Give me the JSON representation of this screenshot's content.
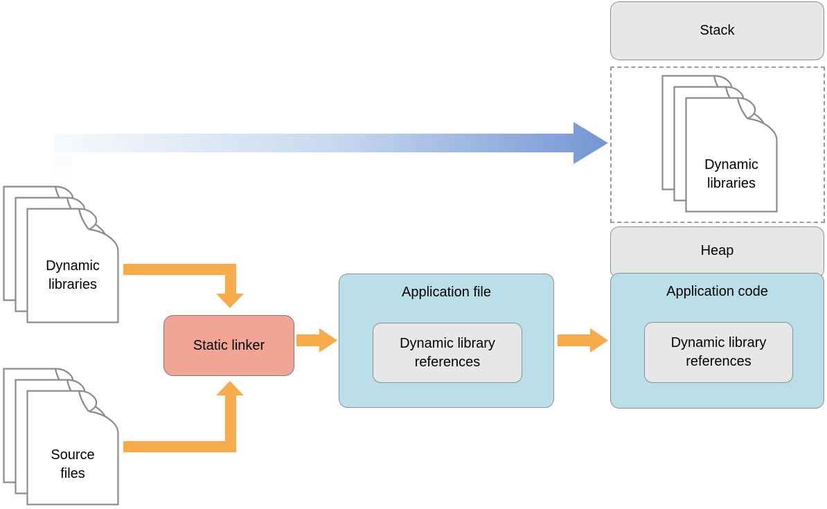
{
  "nodes": {
    "stack": {
      "label": "Stack"
    },
    "memory_dynamic_libraries": {
      "label": "Dynamic\nlibraries"
    },
    "heap": {
      "label": "Heap"
    },
    "application_code": {
      "title": "Application code",
      "inner": "Dynamic library\nreferences"
    },
    "application_file": {
      "title": "Application file",
      "inner": "Dynamic library\nreferences"
    },
    "static_linker": {
      "label": "Static linker"
    },
    "dynamic_libraries": {
      "label": "Dynamic\nlibraries"
    },
    "source_files": {
      "label": "Source\nfiles"
    }
  },
  "colors": {
    "arrow_orange": "#F7AB4B",
    "arrow_blue_start": "#F8FAFD",
    "arrow_blue_mid": "#C9D9F0",
    "arrow_blue_end": "#7496D4",
    "box_gray": "#E6E7E7",
    "box_blue": "#BADFE9",
    "box_salmon": "#F2A594",
    "border_gray": "#8F8F8F",
    "doc_stroke": "#8A8A8A"
  }
}
